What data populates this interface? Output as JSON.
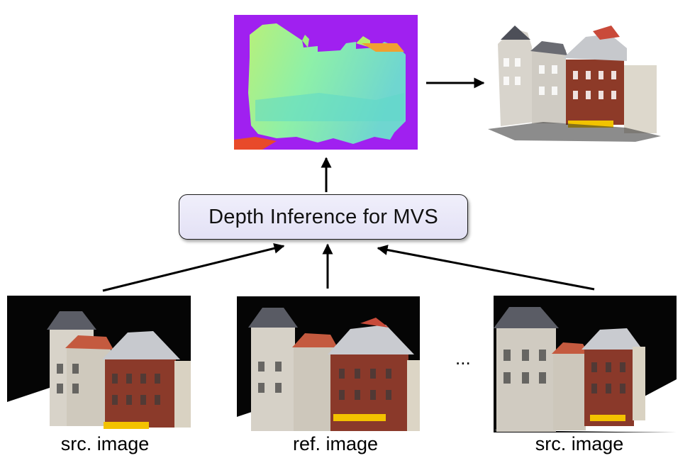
{
  "process_box": {
    "label": "Depth Inference for MVS"
  },
  "inputs": [
    {
      "caption": "src. image"
    },
    {
      "caption": "ref. image"
    },
    {
      "caption": "src. image"
    }
  ],
  "ellipsis": "...",
  "colors": {
    "depth_background": "#a020f0",
    "depth_surface": "#7ee0b8",
    "box_fill": "#e6e4f6",
    "facade_brick": "#8b3a2a",
    "facade_stone": "#c8c4bc",
    "roof_slate": "#5e5f66"
  },
  "icons": {
    "depth_map": "depth-map-image",
    "point_cloud": "point-cloud-image",
    "building_photo": "building-photo-image"
  }
}
